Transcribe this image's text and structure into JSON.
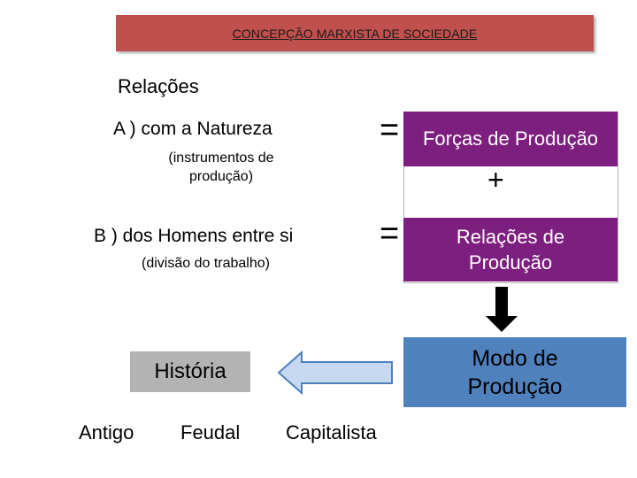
{
  "title": "CONCEPÇÃO MARXISTA DE SOCIEDADE",
  "relacoes": "Relações",
  "item_a": {
    "label": "A ) com a Natureza",
    "sub": "(instrumentos de produção)"
  },
  "item_b": {
    "label": "B ) dos Homens entre si",
    "sub": "(divisão do trabalho)"
  },
  "equals": "=",
  "plus": "+",
  "forcas": "Forças de Produção",
  "relacoes_producao": "Relações de Produção",
  "modo_producao": "Modo de Produção",
  "historia": "História",
  "periods": [
    "Antigo",
    "Feudal",
    "Capitalista"
  ],
  "colors": {
    "title_bg": "#c0504d",
    "purple": "#7d1f7f",
    "blue": "#4f81bd",
    "gray": "#b3b3b3",
    "arrow_fill": "#c6d9f1",
    "arrow_stroke": "#4f81bd"
  }
}
